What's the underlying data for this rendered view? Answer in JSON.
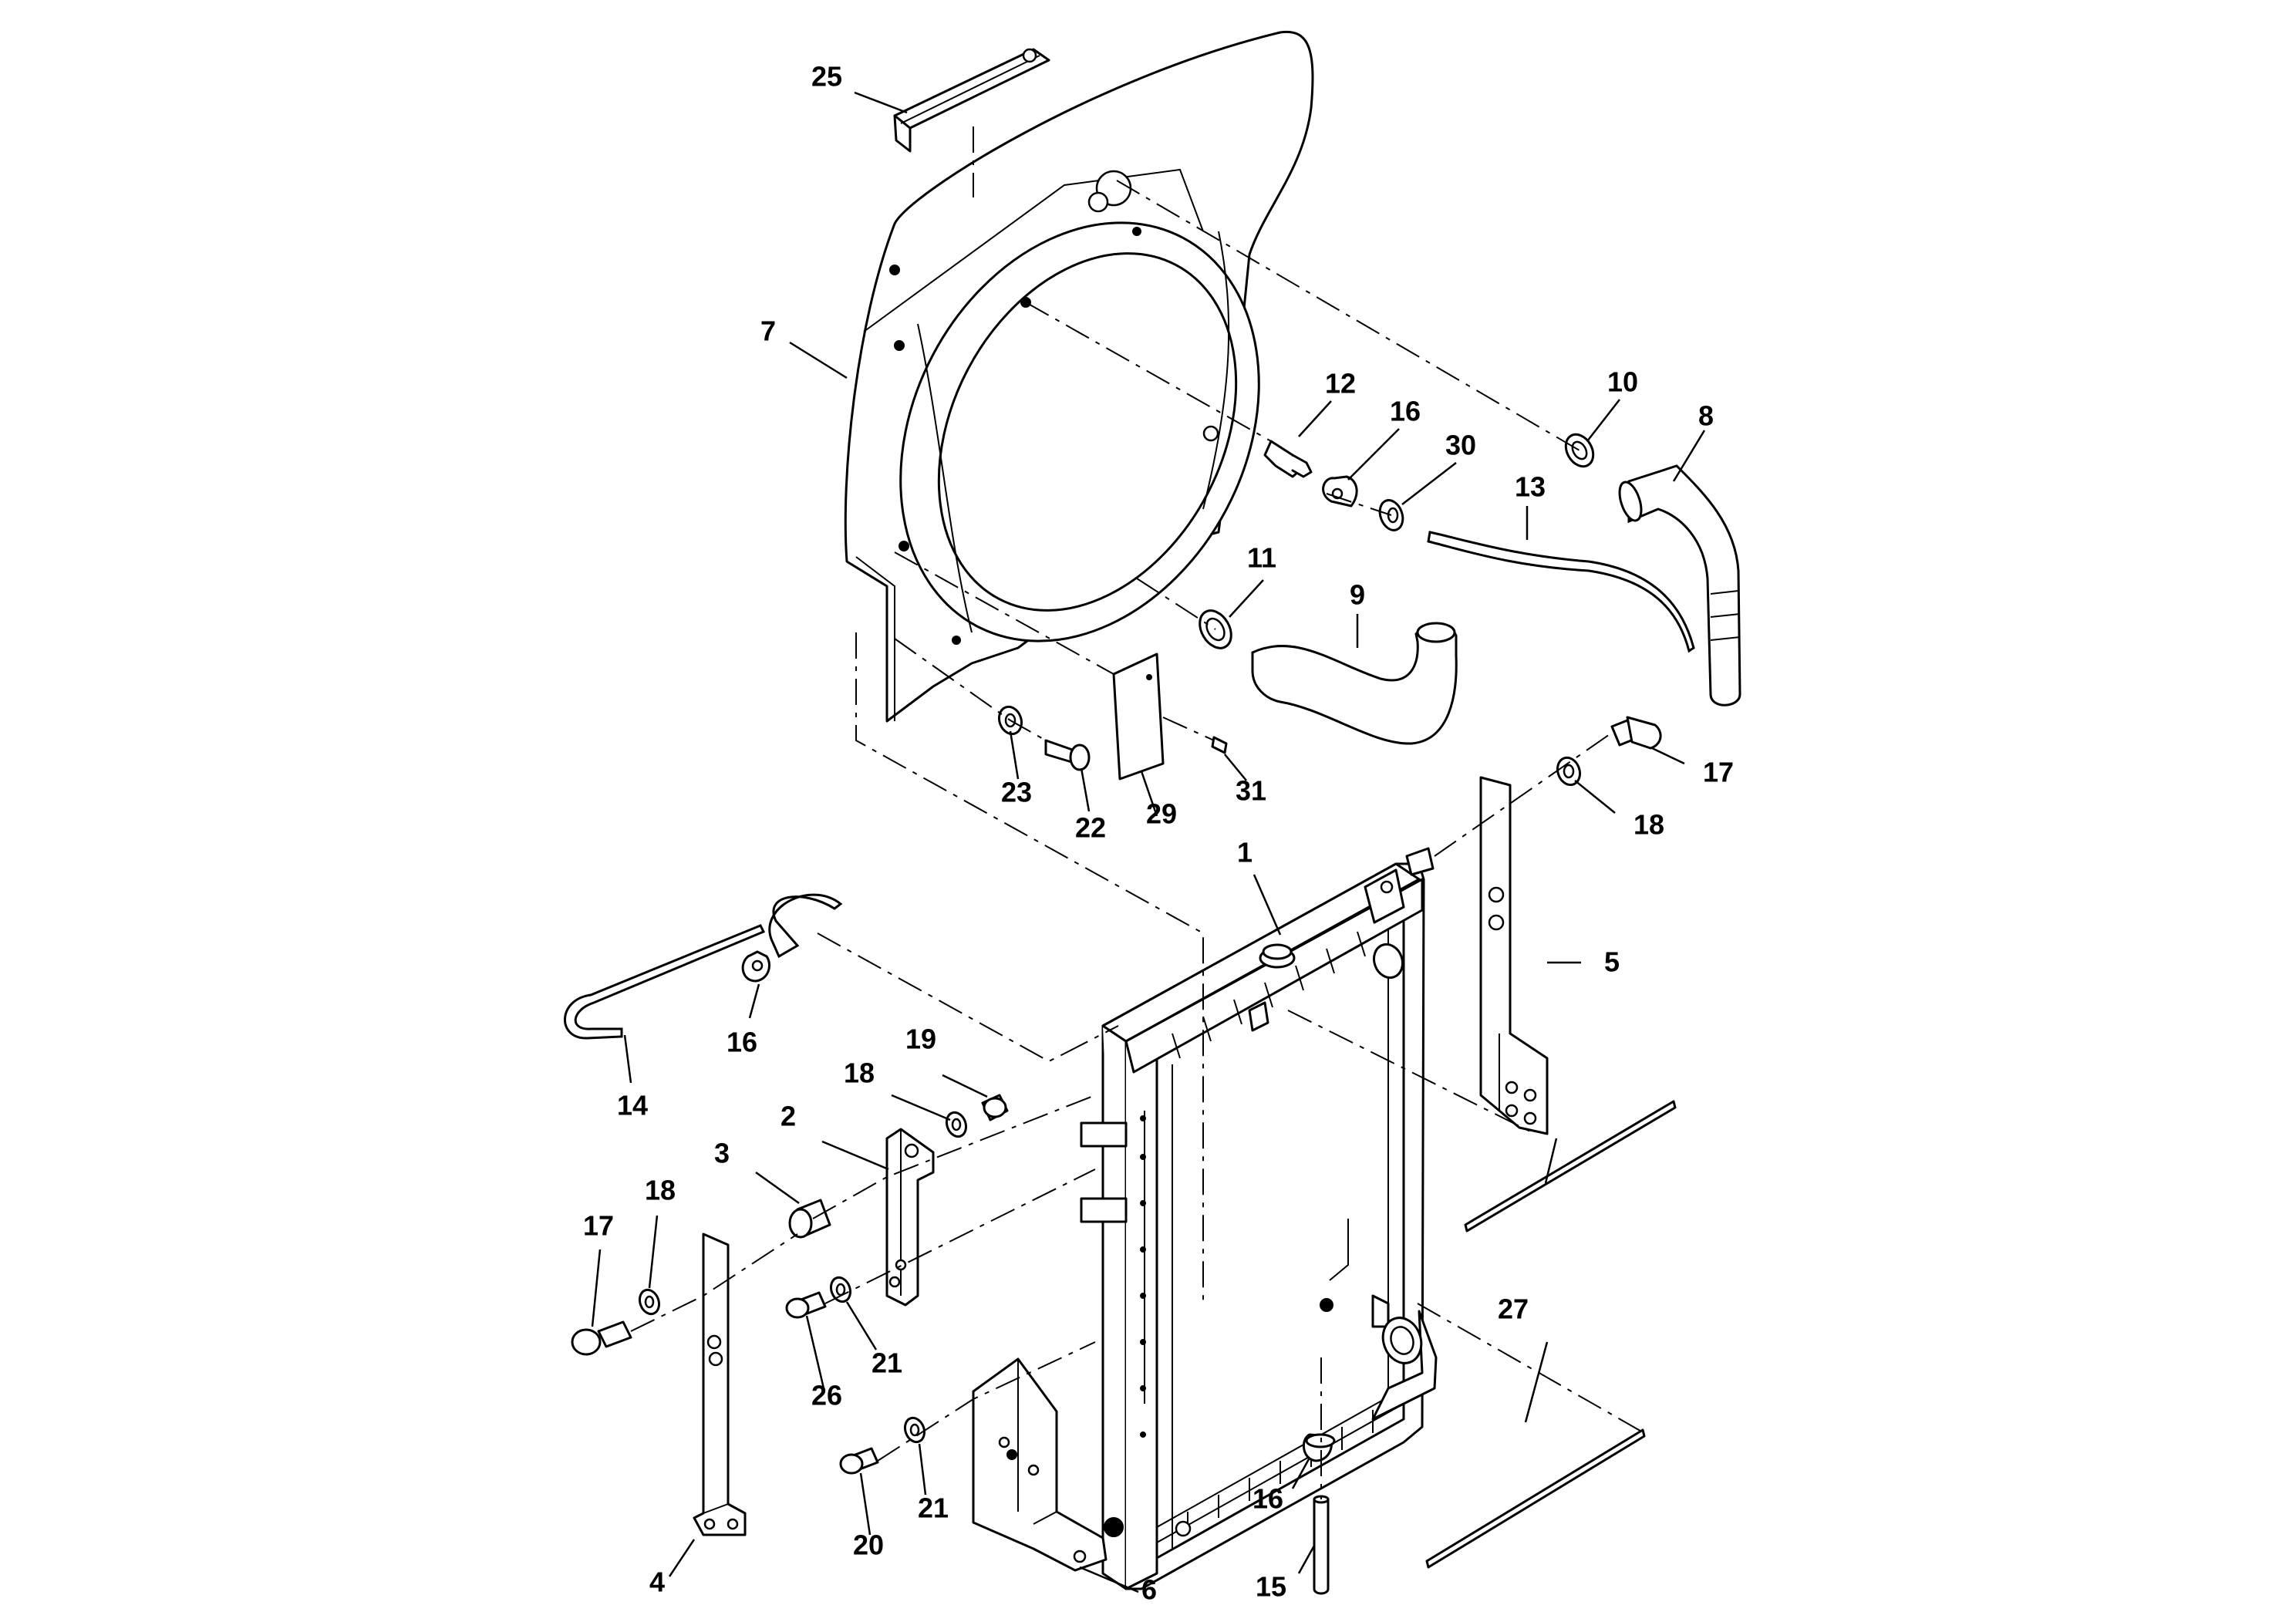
{
  "diagram": {
    "callouts": [
      {
        "id": "c25",
        "label": "25"
      },
      {
        "id": "c7",
        "label": "7"
      },
      {
        "id": "c12",
        "label": "12"
      },
      {
        "id": "c16a",
        "label": "16"
      },
      {
        "id": "c10",
        "label": "10"
      },
      {
        "id": "c8",
        "label": "8"
      },
      {
        "id": "c30",
        "label": "30"
      },
      {
        "id": "c13",
        "label": "13"
      },
      {
        "id": "c11",
        "label": "11"
      },
      {
        "id": "c9",
        "label": "9"
      },
      {
        "id": "c23",
        "label": "23"
      },
      {
        "id": "c22",
        "label": "22"
      },
      {
        "id": "c29",
        "label": "29"
      },
      {
        "id": "c31",
        "label": "31"
      },
      {
        "id": "c17a",
        "label": "17"
      },
      {
        "id": "c18a",
        "label": "18"
      },
      {
        "id": "c1",
        "label": "1"
      },
      {
        "id": "c5",
        "label": "5"
      },
      {
        "id": "c16b",
        "label": "16"
      },
      {
        "id": "c14",
        "label": "14"
      },
      {
        "id": "c19",
        "label": "19"
      },
      {
        "id": "c18b",
        "label": "18"
      },
      {
        "id": "c2",
        "label": "2"
      },
      {
        "id": "c3",
        "label": "3"
      },
      {
        "id": "c18c",
        "label": "18"
      },
      {
        "id": "c17b",
        "label": "17"
      },
      {
        "id": "c26",
        "label": "26"
      },
      {
        "id": "c21a",
        "label": "21"
      },
      {
        "id": "c21b",
        "label": "21"
      },
      {
        "id": "c20",
        "label": "20"
      },
      {
        "id": "c4",
        "label": "4"
      },
      {
        "id": "c6",
        "label": "6"
      },
      {
        "id": "c16c",
        "label": "16"
      },
      {
        "id": "c15",
        "label": "15"
      },
      {
        "id": "c27",
        "label": "27"
      }
    ]
  }
}
